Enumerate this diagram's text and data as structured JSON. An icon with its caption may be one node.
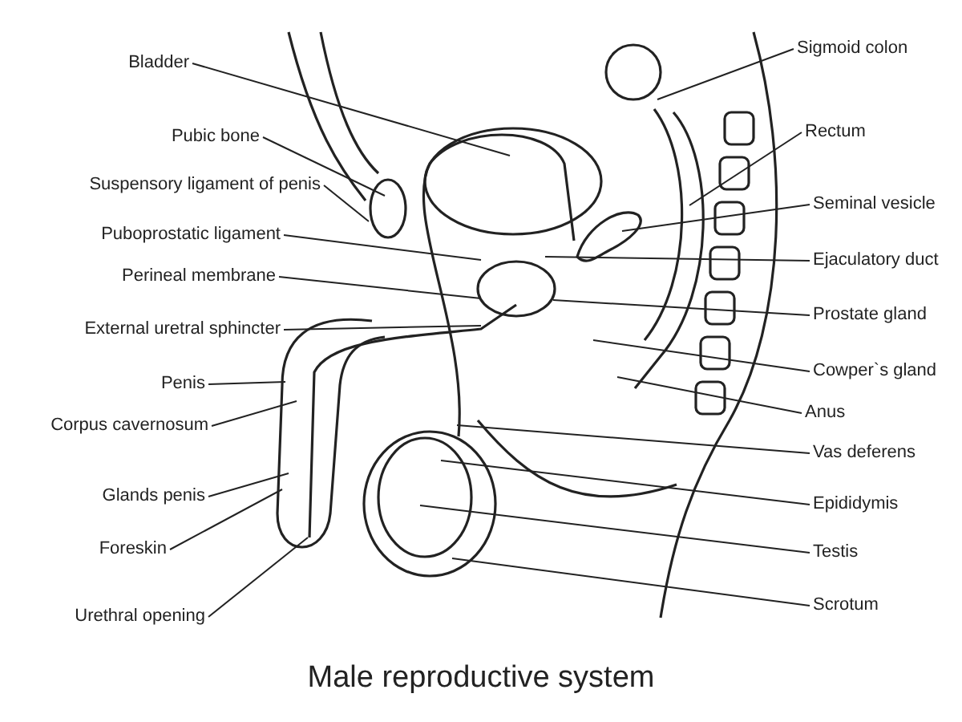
{
  "diagram": {
    "caption": "Male reproductive system",
    "nodes": [
      {
        "text": [
          "Bladder"
        ]
      },
      {
        "text": [
          "Pubic bone"
        ]
      },
      {
        "text": [
          "Suspensory ligament of penis"
        ]
      },
      {
        "text": [
          "Puboprostatic ligament"
        ]
      },
      {
        "text": [
          "Perineal membrane"
        ]
      },
      {
        "text": [
          "External uretral sphincter"
        ]
      },
      {
        "text": [
          "Penis"
        ]
      },
      {
        "text": [
          "Corpus cavernosum"
        ]
      },
      {
        "text": [
          "Glands penis"
        ]
      },
      {
        "text": [
          "Foreskin"
        ]
      },
      {
        "text": [
          "Urethral opening"
        ]
      },
      {
        "text": [
          "Sigmoid colon"
        ]
      },
      {
        "text": [
          "Rectum"
        ]
      },
      {
        "text": [
          "Seminal vesicle"
        ]
      },
      {
        "text": [
          "Ejaculatory duct"
        ]
      },
      {
        "text": [
          "Prostate gland"
        ]
      },
      {
        "text": [
          "Cowper`s gland"
        ]
      },
      {
        "text": [
          "Anus"
        ]
      },
      {
        "text": [
          "Vas deferens"
        ]
      },
      {
        "text": [
          "Epididymis"
        ]
      },
      {
        "text": [
          "Testis"
        ]
      },
      {
        "text": [
          "Scrotum"
        ]
      }
    ],
    "edges": [
      {
        "from": 0,
        "to": null,
        "arrow": "none"
      },
      {
        "from": 1,
        "to": null,
        "arrow": "none"
      },
      {
        "from": 2,
        "to": null,
        "arrow": "none"
      },
      {
        "from": 3,
        "to": null,
        "arrow": "none"
      },
      {
        "from": 4,
        "to": null,
        "arrow": "none"
      },
      {
        "from": 5,
        "to": null,
        "arrow": "none"
      },
      {
        "from": 6,
        "to": null,
        "arrow": "none"
      },
      {
        "from": 7,
        "to": null,
        "arrow": "none"
      },
      {
        "from": 8,
        "to": null,
        "arrow": "none"
      },
      {
        "from": 9,
        "to": null,
        "arrow": "none"
      },
      {
        "from": 10,
        "to": null,
        "arrow": "none"
      },
      {
        "from": 11,
        "to": null,
        "arrow": "none"
      },
      {
        "from": 12,
        "to": null,
        "arrow": "none"
      },
      {
        "from": 13,
        "to": null,
        "arrow": "none"
      },
      {
        "from": 14,
        "to": null,
        "arrow": "none"
      },
      {
        "from": 15,
        "to": null,
        "arrow": "none"
      },
      {
        "from": 16,
        "to": null,
        "arrow": "none"
      },
      {
        "from": 17,
        "to": null,
        "arrow": "none"
      },
      {
        "from": 18,
        "to": null,
        "arrow": "none"
      },
      {
        "from": 19,
        "to": null,
        "arrow": "none"
      },
      {
        "from": 20,
        "to": null,
        "arrow": "none"
      },
      {
        "from": 21,
        "to": null,
        "arrow": "none"
      }
    ]
  }
}
